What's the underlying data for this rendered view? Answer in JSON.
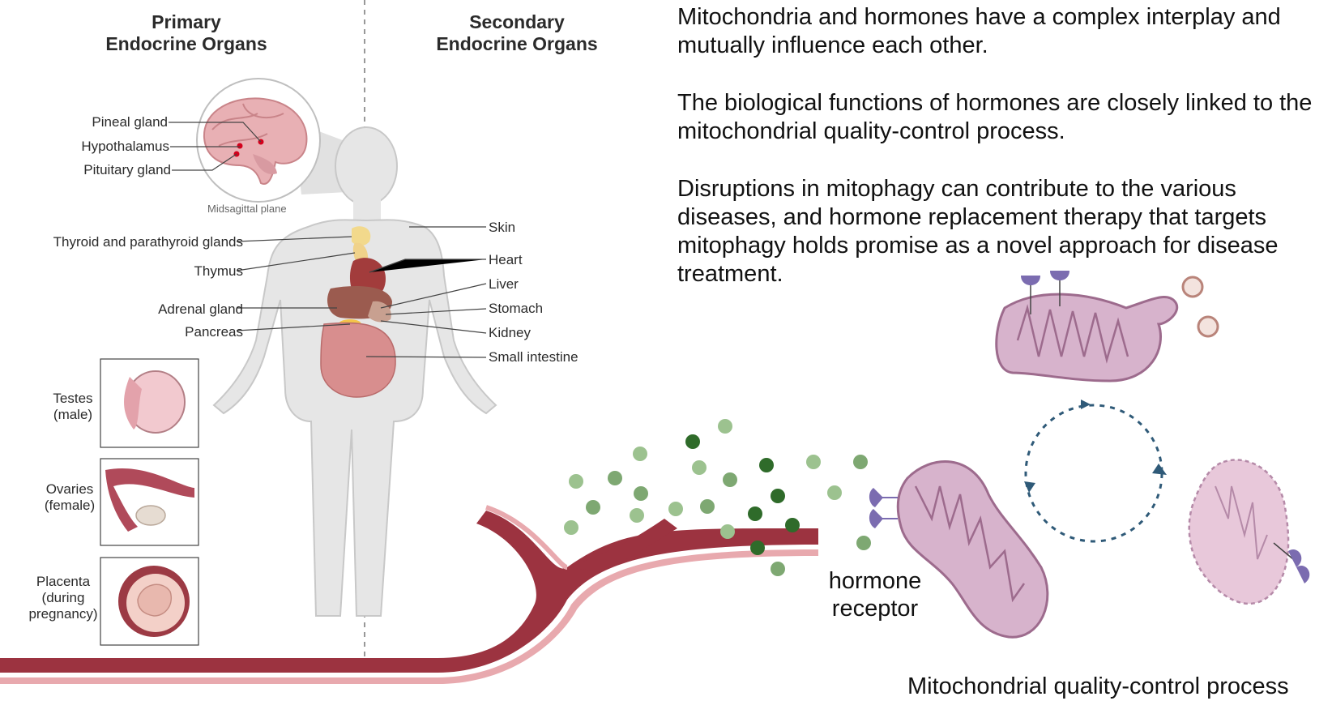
{
  "columns": {
    "primary": "Primary\nEndocrine Organs",
    "secondary": "Secondary\nEndocrine Organs"
  },
  "brain_inset": {
    "labels": [
      "Pineal gland",
      "Hypothalamus",
      "Pituitary gland"
    ],
    "plane": "Midsagittal plane"
  },
  "left_labels": {
    "thyroid": "Thyroid and parathyroid glands",
    "thymus": "Thymus",
    "adrenal": "Adrenal gland",
    "pancreas": "Pancreas"
  },
  "right_labels": {
    "skin": "Skin",
    "heart": "Heart",
    "liver": "Liver",
    "stomach": "Stomach",
    "kidney": "Kidney",
    "small_intestine": "Small intestine"
  },
  "side_boxes": {
    "testes": "Testes\n(male)",
    "ovaries": "Ovaries\n(female)",
    "placenta": "Placenta\n(during\npregnancy)"
  },
  "text": {
    "p1": "Mitochondria and hormones have a complex interplay and mutually influence each other.",
    "p2": "The biological functions of hormones are closely linked to the mitochondrial quality-control process.",
    "p3": "Disruptions in mitophagy can contribute to the various diseases, and hormone replacement therapy that targets mitophagy holds promise as a novel approach for disease treatment."
  },
  "hormone_receptor": "hormone\nreceptor",
  "footer_caption": "Mitochondrial quality-control process",
  "colors": {
    "vessel": "#9c3340",
    "vessel_light": "#e8a9ae",
    "mito": "#d7b3cc",
    "mito_stroke": "#9d6b8d",
    "receptor": "#7b6cb0",
    "hormone_dark": "#2f6b2a",
    "hormone_light": "#9cc28f",
    "cycle_arrow": "#2f5a78"
  }
}
